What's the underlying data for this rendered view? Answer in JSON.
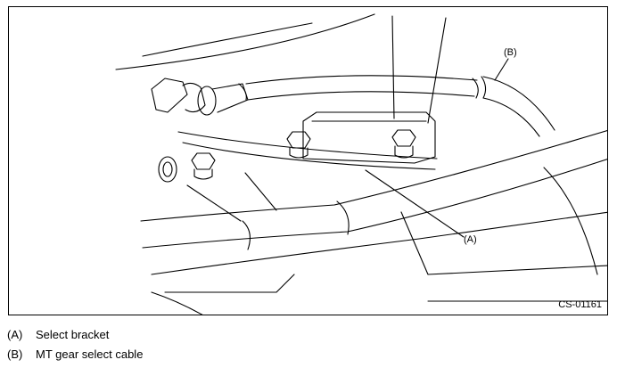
{
  "figure": {
    "id": "CS-01161",
    "callouts": {
      "a": "(A)",
      "b": "(B)"
    }
  },
  "legend": [
    {
      "key": "(A)",
      "label": "Select bracket"
    },
    {
      "key": "(B)",
      "label": "MT gear select cable"
    }
  ],
  "colors": {
    "line": "#000000",
    "background": "#ffffff"
  }
}
